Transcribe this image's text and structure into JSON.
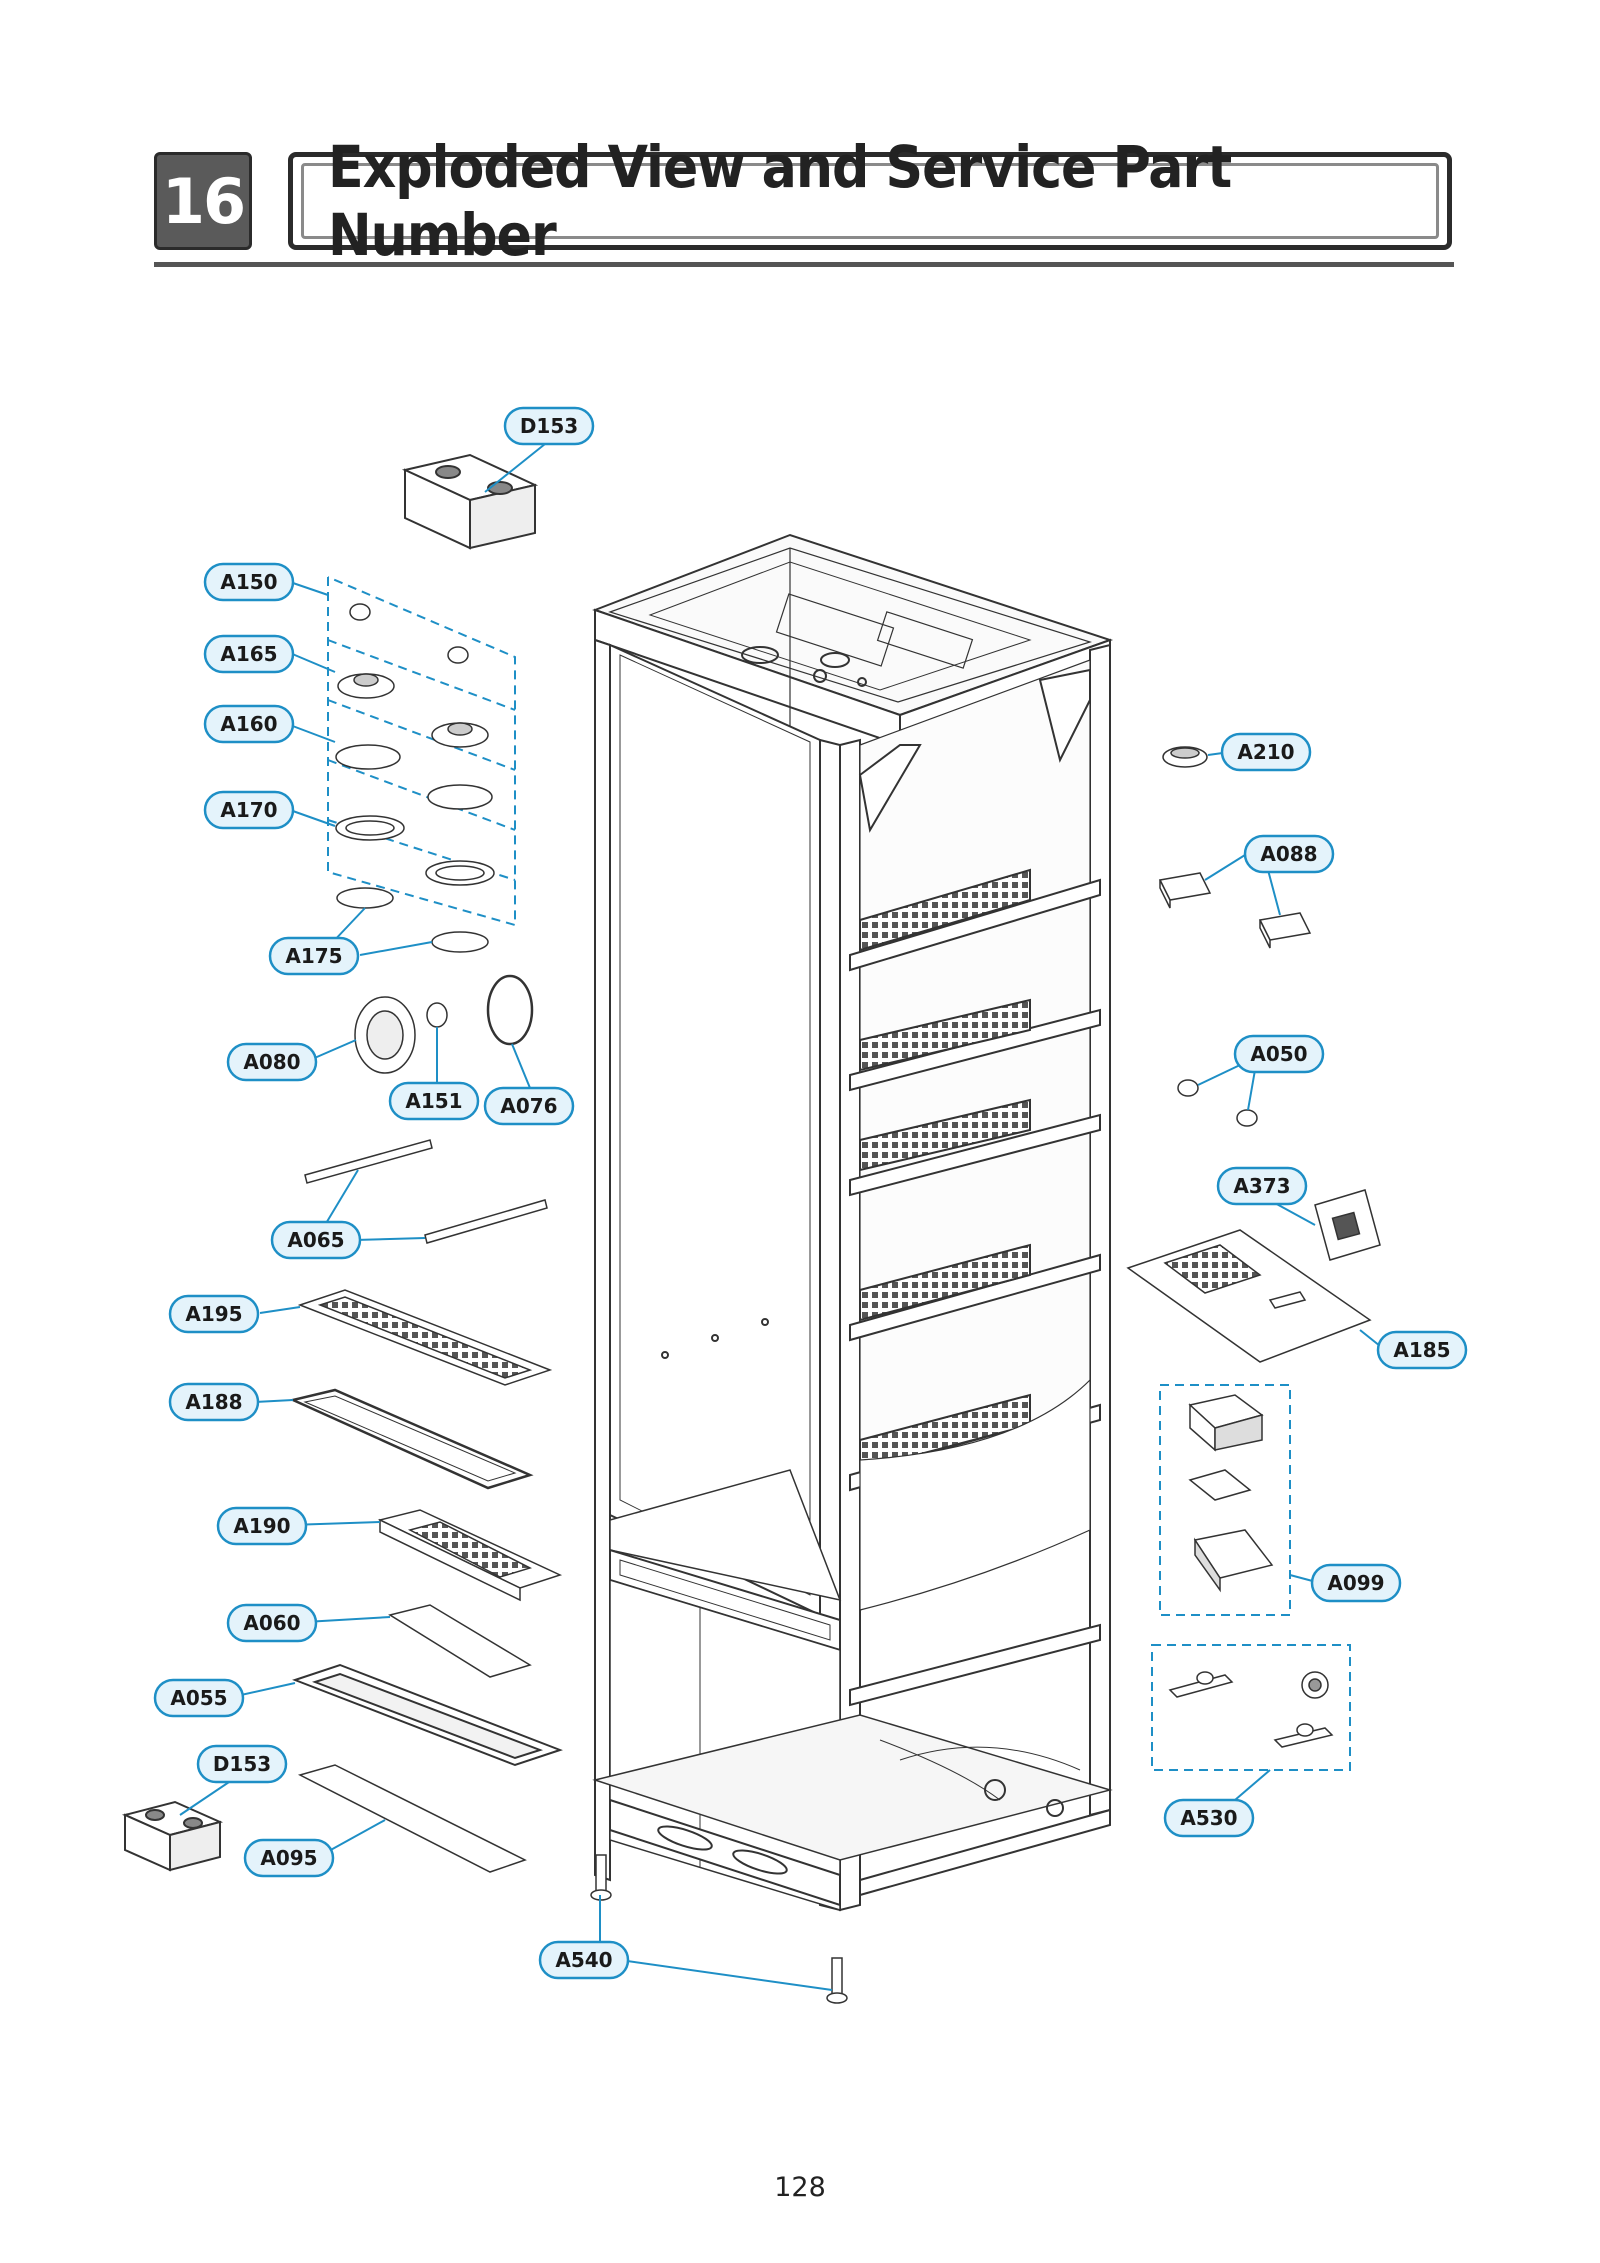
{
  "section": {
    "number": "16",
    "title": "Exploded View and Service Part Number"
  },
  "page_number": "128",
  "callouts": [
    {
      "id": "d153-top",
      "label": "D153"
    },
    {
      "id": "a150",
      "label": "A150"
    },
    {
      "id": "a165",
      "label": "A165"
    },
    {
      "id": "a160",
      "label": "A160"
    },
    {
      "id": "a170",
      "label": "A170"
    },
    {
      "id": "a175",
      "label": "A175"
    },
    {
      "id": "a080",
      "label": "A080"
    },
    {
      "id": "a151",
      "label": "A151"
    },
    {
      "id": "a076",
      "label": "A076"
    },
    {
      "id": "a065",
      "label": "A065"
    },
    {
      "id": "a195",
      "label": "A195"
    },
    {
      "id": "a188",
      "label": "A188"
    },
    {
      "id": "a190",
      "label": "A190"
    },
    {
      "id": "a060",
      "label": "A060"
    },
    {
      "id": "a055",
      "label": "A055"
    },
    {
      "id": "d153-bottom",
      "label": "D153"
    },
    {
      "id": "a095",
      "label": "A095"
    },
    {
      "id": "a540",
      "label": "A540"
    },
    {
      "id": "a210",
      "label": "A210"
    },
    {
      "id": "a088",
      "label": "A088"
    },
    {
      "id": "a050",
      "label": "A050"
    },
    {
      "id": "a373",
      "label": "A373"
    },
    {
      "id": "a185",
      "label": "A185"
    },
    {
      "id": "a099",
      "label": "A099"
    },
    {
      "id": "a530",
      "label": "A530"
    }
  ],
  "colors": {
    "callout_stroke": "#1e8fc6",
    "callout_fill": "#e4f3fb",
    "part_stroke": "#333333",
    "header_dark": "#5a5a5a"
  }
}
